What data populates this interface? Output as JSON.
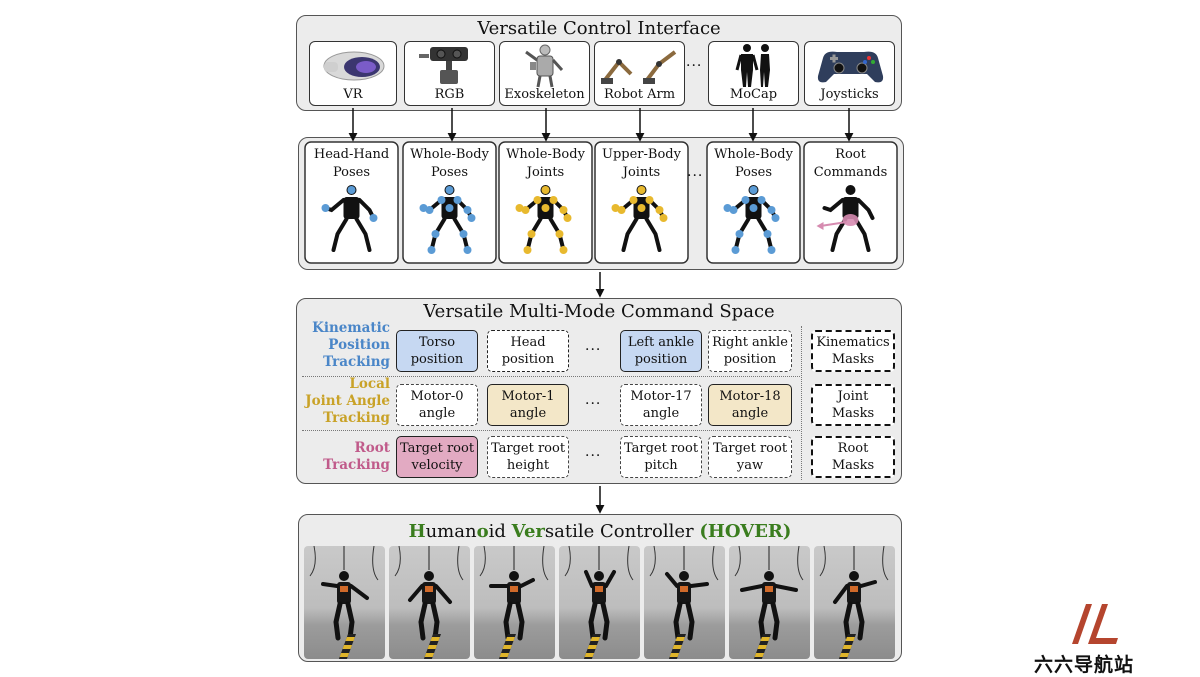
{
  "interface": {
    "title": "Versatile Control Interface",
    "devices": [
      {
        "label": "VR",
        "icon": "vr-headset-icon"
      },
      {
        "label": "RGB",
        "icon": "rgb-camera-icon"
      },
      {
        "label": "Exoskeleton",
        "icon": "exoskeleton-icon"
      },
      {
        "label": "Robot Arm",
        "icon": "robot-arm-icon"
      },
      {
        "label": "MoCap",
        "icon": "mocap-suit-icon"
      },
      {
        "label": "Joysticks",
        "icon": "gamepad-icon"
      }
    ],
    "ellipsis": "···"
  },
  "modes": {
    "items": [
      {
        "label": "Head-Hand\nPoses",
        "dot_color": "#5b9bd5",
        "style": "sparse"
      },
      {
        "label": "Whole-Body\nPoses",
        "dot_color": "#5b9bd5",
        "style": "full"
      },
      {
        "label": "Whole-Body\nJoints",
        "dot_color": "#e8b92e",
        "style": "full"
      },
      {
        "label": "Upper-Body\nJoints",
        "dot_color": "#e8b92e",
        "style": "upper"
      },
      {
        "label": "Whole-Body\nPoses",
        "dot_color": "#5b9bd5",
        "style": "full"
      },
      {
        "label": "Root\nCommands",
        "dot_color": "#d68bb0",
        "style": "root"
      }
    ],
    "ellipsis": "···"
  },
  "command_space": {
    "title": "Versatile Multi-Mode Command Space",
    "rows": [
      {
        "label": "Kinematic\nPosition\nTracking",
        "color": "#4a86c8",
        "cells": [
          "Torso\nposition",
          "Head\nposition",
          "Left ankle\nposition",
          "Right ankle\nposition"
        ],
        "mask": "Kinematics\nMasks"
      },
      {
        "label": "Local\nJoint Angle\nTracking",
        "color": "#c9a227",
        "cells": [
          "Motor-0\nangle",
          "Motor-1\nangle",
          "Motor-17\nangle",
          "Motor-18\nangle"
        ],
        "mask": "Joint\nMasks"
      },
      {
        "label": "Root\nTracking",
        "color": "#c05a8a",
        "cells": [
          "Target root\nvelocity",
          "Target root\nheight",
          "Target root\npitch",
          "Target root\nyaw"
        ],
        "mask": "Root\nMasks"
      }
    ],
    "ellipsis": "···"
  },
  "controller": {
    "title_parts": [
      {
        "text": "H",
        "green": true
      },
      {
        "text": "uman",
        "green": false
      },
      {
        "text": "o",
        "green": true
      },
      {
        "text": "id ",
        "green": false
      },
      {
        "text": "Ver",
        "green": true
      },
      {
        "text": "satile Controller ",
        "green": false
      },
      {
        "text": "(HOVER)",
        "green": true
      }
    ],
    "accent_color": "#3a7d1e",
    "photo_count": 7
  },
  "watermark": {
    "text": "六六导航站",
    "color": "#b5452e"
  }
}
